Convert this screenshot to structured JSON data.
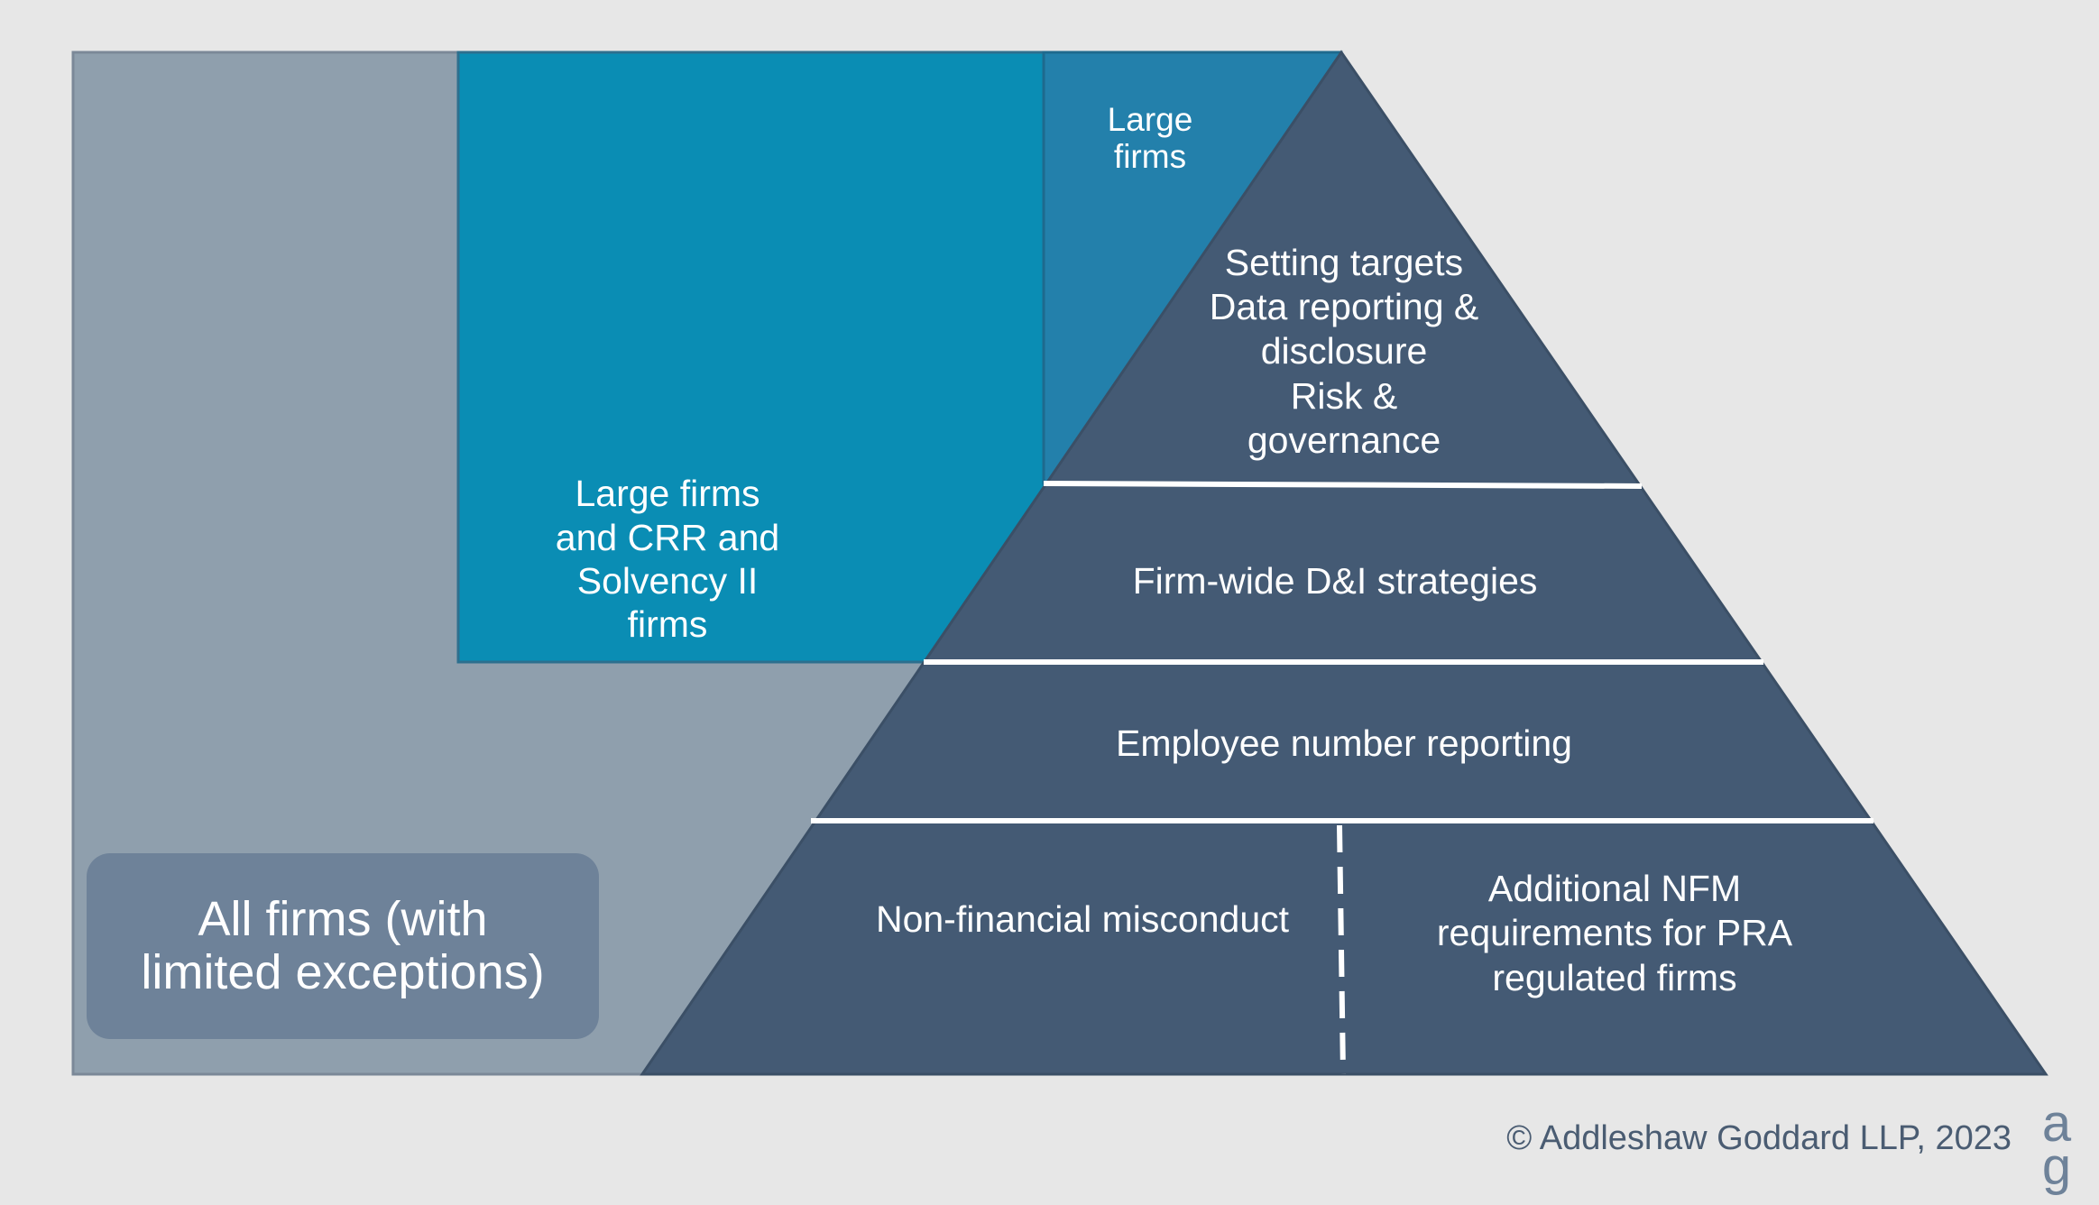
{
  "diagram": {
    "colors": {
      "background": "#e7e7e7",
      "all_firms_area": "#8f9fad",
      "all_firms_box": "#6e8299",
      "large_crr_area": "#0a8db4",
      "large_firms_area": "#2380ab",
      "pyramid": "#445a74",
      "divider": "#ffffff",
      "copyright_text": "#4a5c72"
    },
    "all_firms": {
      "label": "All firms (with limited exceptions)"
    },
    "large_crr_solvency": {
      "lines": [
        "Large firms",
        "and CRR and",
        "Solvency II",
        "firms"
      ]
    },
    "large_firms": {
      "lines": [
        "Large",
        "firms"
      ]
    },
    "pyramid": {
      "top_tier": {
        "lines": [
          "Setting targets",
          "Data reporting &",
          "disclosure",
          "Risk &",
          "governance"
        ]
      },
      "dni_strategies": "Firm-wide D&I strategies",
      "employee_reporting": "Employee number reporting",
      "non_financial_misconduct": "Non-financial misconduct",
      "additional_nfm": {
        "lines": [
          "Additional NFM",
          "requirements for PRA",
          "regulated firms"
        ]
      }
    },
    "footer": {
      "copyright": "© Addleshaw Goddard LLP, 2023",
      "logo_top": "a",
      "logo_bottom": "g"
    }
  }
}
